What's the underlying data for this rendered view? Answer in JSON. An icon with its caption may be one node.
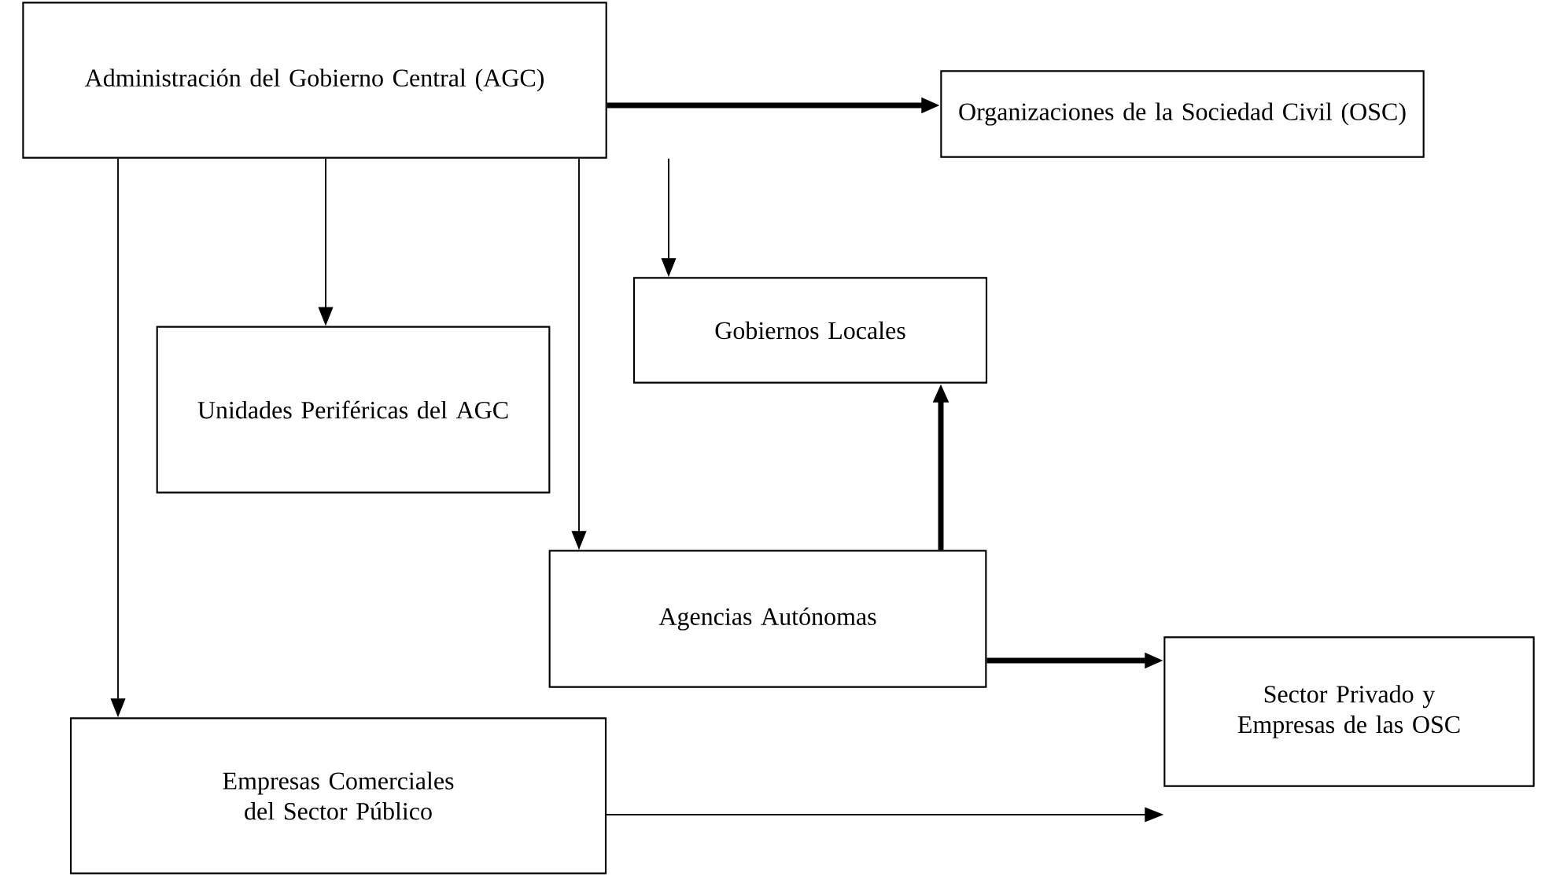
{
  "diagram": {
    "nodes": [
      {
        "text": [
          "Administración del Gobierno Central (AGC)"
        ]
      },
      {
        "text": [
          "Organizaciones de la Sociedad Civil (OSC)"
        ]
      },
      {
        "text": [
          "Gobiernos Locales"
        ]
      },
      {
        "text": [
          "Unidades Periféricas del AGC"
        ]
      },
      {
        "text": [
          "Agencias Autónomas"
        ]
      },
      {
        "text": [
          "Sector Privado y Empresas de las OSC"
        ]
      },
      {
        "text": [
          "Empresas Comerciales del Sector Público"
        ]
      }
    ],
    "edges": [
      {
        "from": 0,
        "to": 1,
        "arrow": "to",
        "style": "thick"
      },
      {
        "from": 0,
        "to": 3,
        "arrow": "to"
      },
      {
        "from": 0,
        "to": 2,
        "arrow": "to"
      },
      {
        "from": 0,
        "to": 4,
        "arrow": "to"
      },
      {
        "from": 0,
        "to": 6,
        "arrow": "to"
      },
      {
        "from": 4,
        "to": 2,
        "arrow": "to",
        "style": "thick"
      },
      {
        "from": 4,
        "to": 5,
        "arrow": "to",
        "style": "thick"
      },
      {
        "from": 6,
        "to": 5,
        "arrow": "to"
      }
    ]
  }
}
